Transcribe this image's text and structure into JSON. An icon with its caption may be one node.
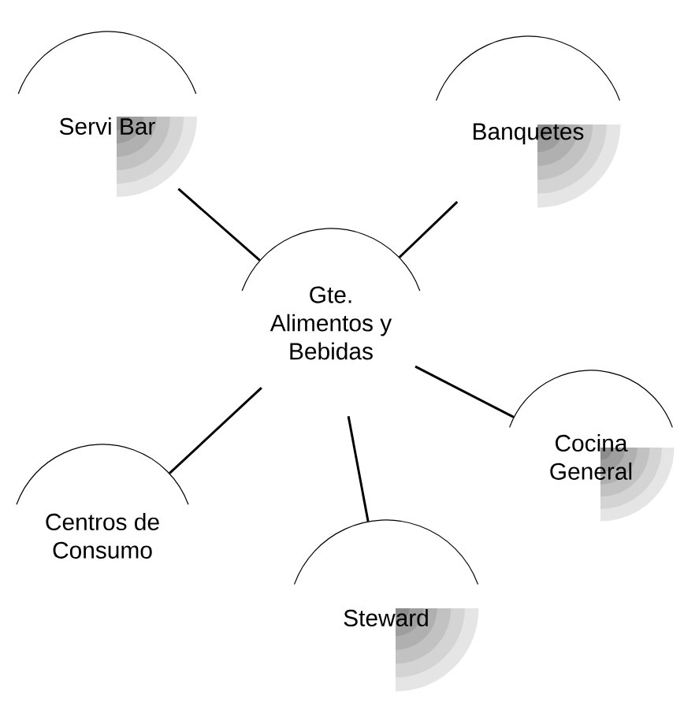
{
  "diagram": {
    "nodes": [
      {
        "text": [
          "Servi Bar"
        ]
      },
      {
        "text": [
          "Banquetes"
        ]
      },
      {
        "text": [
          "Gte. Alimentos y Bebidas"
        ]
      },
      {
        "text": [
          "Cocina General"
        ]
      },
      {
        "text": [
          "Centros de Consumo"
        ]
      },
      {
        "text": [
          "Steward"
        ]
      }
    ],
    "edges": [
      {
        "from": 2,
        "to": 0,
        "arrow": "none"
      },
      {
        "from": 2,
        "to": 1,
        "arrow": "none"
      },
      {
        "from": 2,
        "to": 3,
        "arrow": "none"
      },
      {
        "from": 2,
        "to": 4,
        "arrow": "none"
      },
      {
        "from": 2,
        "to": 5,
        "arrow": "none"
      }
    ]
  }
}
